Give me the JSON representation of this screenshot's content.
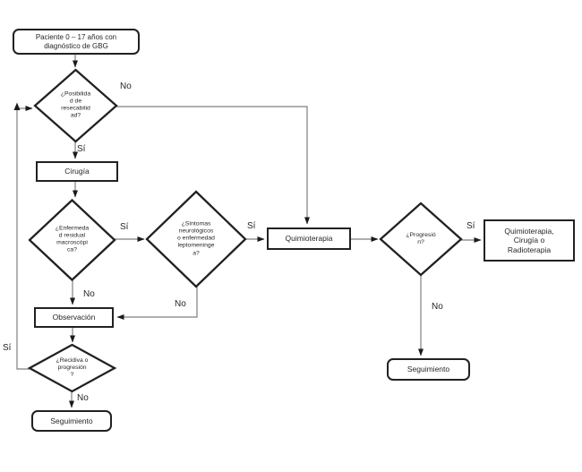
{
  "diagram": {
    "kind": "flowchart",
    "language": "es"
  },
  "colors": {
    "shape_border": "#212121",
    "connector_line": "#7f7f7f",
    "arrowhead": "#1a1a1a",
    "text": "#262626",
    "background": "#ffffff"
  },
  "labels": {
    "yes": "Sí",
    "no": "No"
  },
  "nodes": {
    "start": {
      "shape": "rounded-rect",
      "text": "Paciente 0 – 17 años con\ndiagnóstico de GBG"
    },
    "resectability": {
      "shape": "diamond",
      "text": "¿Posibilida\nd de\nresecabilid\nad?"
    },
    "surgery": {
      "shape": "rect",
      "text": "Cirugía"
    },
    "residual_disease": {
      "shape": "diamond",
      "text": "¿Enfermeda\nd residual\nmacroscópi\nca?"
    },
    "neuro_symptoms": {
      "shape": "diamond",
      "text": "¿Síntomas\nneurológicos\no enfermedad\nleptomeninge\na?"
    },
    "chemotherapy": {
      "shape": "rect",
      "text": "Quimioterapia"
    },
    "progression": {
      "shape": "diamond",
      "text": "¿Progresió\nn?"
    },
    "chemo_surgery_radio": {
      "shape": "rect",
      "text": "Quimioterapia,\nCirugía o\nRadioterapia"
    },
    "followup_right": {
      "shape": "rounded-rect",
      "text": "Seguimiento"
    },
    "observation": {
      "shape": "rect",
      "text": "Observación"
    },
    "relapse": {
      "shape": "diamond",
      "text": "¿Recidiva o\nprogresión\n?"
    },
    "followup_bottom": {
      "shape": "rounded-rect",
      "text": "Seguimiento"
    }
  }
}
